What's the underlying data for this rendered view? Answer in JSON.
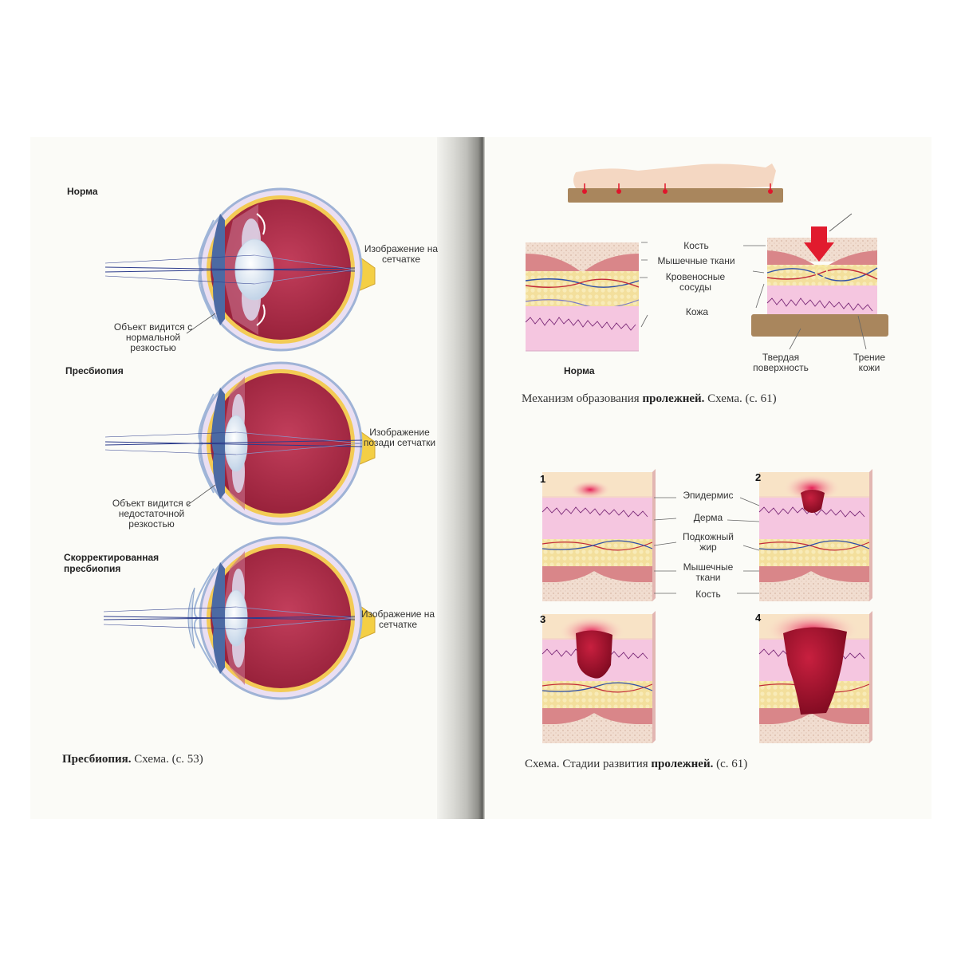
{
  "left": {
    "eye1": {
      "heading": "Норма",
      "right_label": "Изображение на сетчатке",
      "left_label": "Объект видится с нормальной резкостью"
    },
    "eye2": {
      "heading": "Пресбиопия",
      "right_label": "Изображение позади сетчатки",
      "left_label": "Объект видится с недостаточной резкостью"
    },
    "eye3": {
      "heading": "Скорректированная пресбиопия",
      "right_label": "Изображение на сетчатке"
    },
    "caption": {
      "bold": "Пресбиопия.",
      "rest": " Схема. (с. 53)"
    }
  },
  "right": {
    "fig1": {
      "labels": [
        "Кость",
        "Мышечные ткани",
        "Кровеносные сосуды",
        "Кожа"
      ],
      "norma": "Норма",
      "hard_surface": "Твердая поверхность",
      "friction": "Трение кожи",
      "caption": {
        "pre": "Механизм образования ",
        "bold": "пролежней.",
        "post": " Схема. (с. 61)"
      }
    },
    "fig2": {
      "labels": [
        "Эпидермис",
        "Дерма",
        "Подкожный жир",
        "Мышечные ткани",
        "Кость"
      ],
      "stages": [
        "1",
        "2",
        "3",
        "4"
      ],
      "caption": {
        "pre": "Схема. Стадии развития ",
        "bold": "пролежней.",
        "post": " (с. 61)"
      }
    }
  },
  "colors": {
    "eye_red": "#b02a45",
    "sclera": "#ebe4f2",
    "skin": "#f4c0de",
    "fat": "#f3df9c",
    "muscle": "#dc8c8e",
    "wound": "#a7102c",
    "surface": "#a9865d"
  }
}
